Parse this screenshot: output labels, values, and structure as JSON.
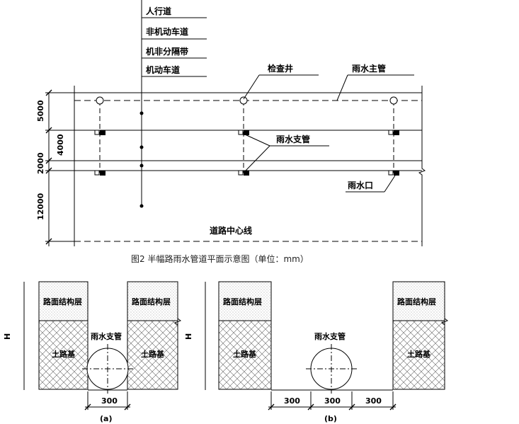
{
  "plan": {
    "lane_labels": [
      "人行道",
      "非机动车道",
      "机非分隔带",
      "机动车道"
    ],
    "manhole_label": "检查井",
    "main_pipe_label": "雨水主管",
    "branch_pipe_label": "雨水支管",
    "inlet_label": "雨水口",
    "centerline_label": "道路中心线",
    "dims": [
      "5000",
      "4000",
      "2000",
      "12000"
    ],
    "caption": "图2   半幅路雨水管道平面示意图（单位：mm）"
  },
  "section_a": {
    "pavement_label": "路面结构层",
    "pipe_label": "雨水支管",
    "subgrade_label": "土路基",
    "height_label": "H",
    "width_label": "300",
    "sub_label": "(a)"
  },
  "section_b": {
    "pavement_label": "路面结构层",
    "pipe_label": "雨水支管",
    "subgrade_label": "土路基",
    "height_label": "H",
    "width_labels": [
      "300",
      "300",
      "300"
    ],
    "sub_label": "(b)"
  }
}
